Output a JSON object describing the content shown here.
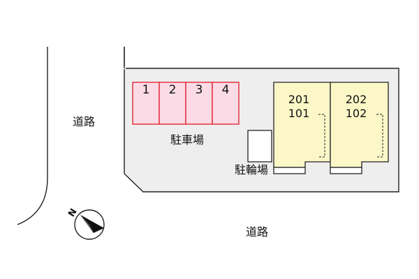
{
  "roads": {
    "left_label": "道路",
    "bottom_label": "道路"
  },
  "parking": {
    "label": "駐車場",
    "slots": [
      "1",
      "2",
      "3",
      "4"
    ]
  },
  "bicycle_parking": {
    "label": "駐輪場"
  },
  "building": {
    "units": [
      {
        "upper": "201",
        "lower": "101"
      },
      {
        "upper": "202",
        "lower": "102"
      }
    ]
  },
  "compass": {
    "letter": "N"
  },
  "colors": {
    "site_fill": "#eeeeee",
    "parking_fill": "#fbdbe6",
    "parking_stroke": "#e0192b",
    "building_fill": "#fbf7c7",
    "outline": "#222222"
  }
}
